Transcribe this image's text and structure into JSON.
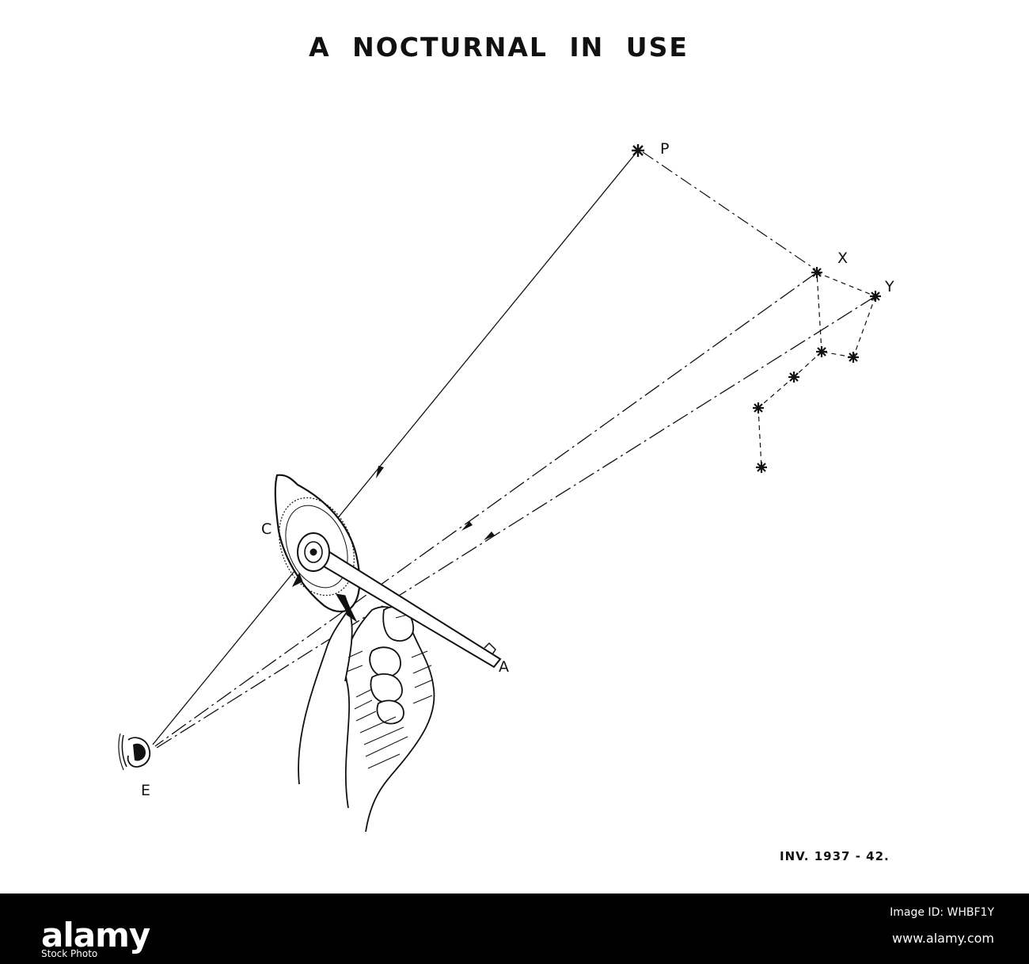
{
  "title": "A NOCTURNAL IN USE",
  "inventory_label": "INV. 1937 - 42.",
  "labels": {
    "P": "P",
    "X": "X",
    "Y": "Y",
    "C": "C",
    "A": "A",
    "E": "E"
  },
  "watermark": {
    "logo": "alamy",
    "stock_text": "Stock Photo",
    "image_id": "Image ID: WHBF1Y",
    "url": "www.alamy.com"
  },
  "colors": {
    "ink": "#111111",
    "background": "#ffffff",
    "band": "#000000"
  }
}
